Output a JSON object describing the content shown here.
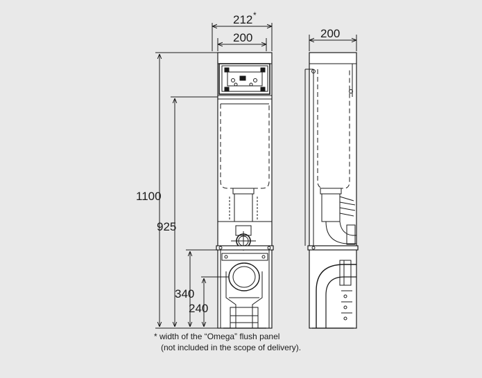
{
  "dimensions": {
    "front_overall_width": "212",
    "front_overall_width_marker": "*",
    "front_frame_width": "200",
    "side_depth": "200",
    "total_height": "1100",
    "flush_plate_height": "925",
    "outlet_height_upper": "340",
    "outlet_height_lower": "240"
  },
  "footnote": {
    "line1": "*  width of the “Omega” flush panel",
    "line2": "(not included in the scope of delivery)."
  }
}
